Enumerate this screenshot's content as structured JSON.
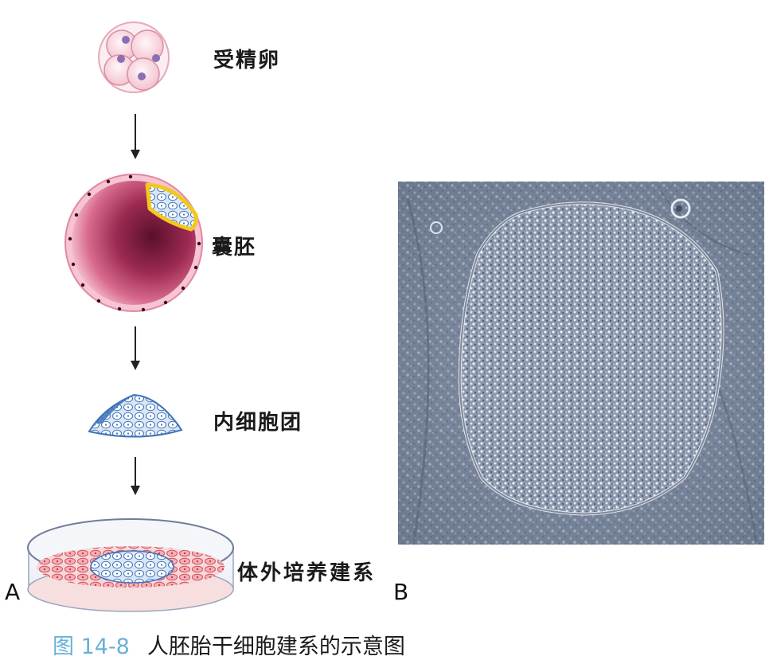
{
  "panels": {
    "a": {
      "letter": "A",
      "stages": [
        {
          "label": "受精卵",
          "icon": "fertilized-egg-icon"
        },
        {
          "label": "囊胚",
          "icon": "blastocyst-icon"
        },
        {
          "label": "内细胞团",
          "icon": "inner-cell-mass-icon"
        },
        {
          "label": "体外培养建系",
          "icon": "culture-dish-icon"
        }
      ]
    },
    "b": {
      "letter": "B",
      "photo": "es-cell-colony-micrograph"
    }
  },
  "caption": {
    "figure_number": "图 14-8",
    "text": "人胚胎干细胞建系的示意图"
  },
  "colors": {
    "egg_pink": "#f4c9d3",
    "nucleus_purple": "#8a6fb4",
    "blastocyst_red": "#b8345e",
    "icm_blue": "#3f72b8",
    "highlight_yellow": "#f2c81e",
    "micrograph_gray": "#7d8a9c",
    "caption_blue": "#6ab0d8"
  }
}
